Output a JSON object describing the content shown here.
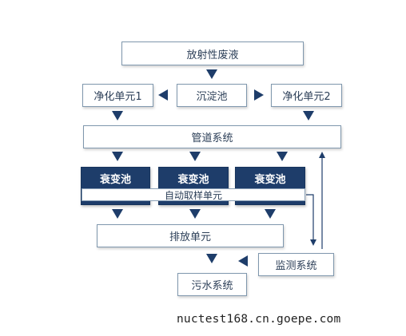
{
  "nodes": {
    "source": "放射性废液",
    "purify1": "净化单元1",
    "sediment": "沉淀池",
    "purify2": "净化单元2",
    "piping": "管道系统",
    "decay1": "衰变池",
    "decay2": "衰变池",
    "decay3": "衰变池",
    "sampling": "自动取样单元",
    "discharge": "排放单元",
    "monitor": "监测系统",
    "sewage": "污水系统"
  },
  "watermark": "nuctest168.cn.goepe.com",
  "colors": {
    "dark_fill": "#1e3d6a",
    "arrow": "#1e3d6a",
    "border": "#7f97ad",
    "text": "#2b3e57"
  }
}
